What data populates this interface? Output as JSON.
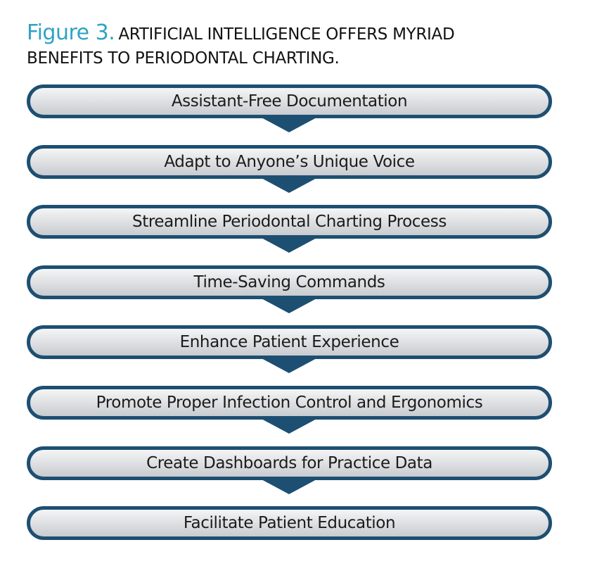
{
  "caption": {
    "label": "Figure 3.",
    "title_line1": "Artificial intelligence offers myriad",
    "title_line2": "benefits to periodontal charting."
  },
  "colors": {
    "caption_label": "#2ea3c4",
    "box_border": "#1d4f72",
    "arrow": "#1d4f72",
    "box_fill": "#dcdee1"
  },
  "flow": {
    "steps": [
      "Assistant-Free Documentation",
      "Adapt to Anyone’s Unique Voice",
      "Streamline Periodontal Charting Process",
      "Time-Saving Commands",
      "Enhance Patient Experience",
      "Promote Proper Infection Control and Ergonomics",
      "Create Dashboards for Practice Data",
      "Facilitate Patient Education"
    ]
  }
}
